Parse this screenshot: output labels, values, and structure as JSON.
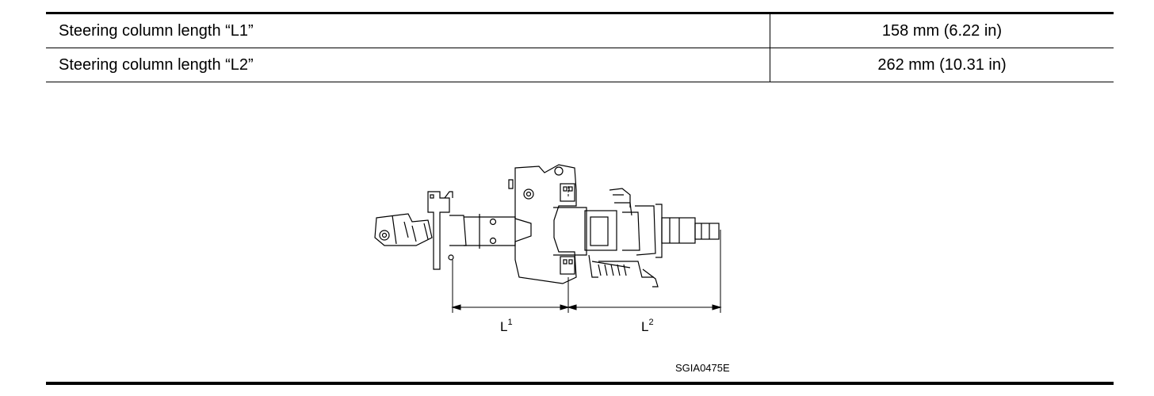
{
  "specs": [
    {
      "label": "Steering column length “L1”",
      "value": "158 mm (6.22 in)"
    },
    {
      "label": "Steering column length “L2”",
      "value": "262 mm (10.31 in)"
    }
  ],
  "figure": {
    "dim_l1_base": "L",
    "dim_l1_sup": "1",
    "dim_l2_base": "L",
    "dim_l2_sup": "2",
    "code": "SGIA0475E"
  }
}
